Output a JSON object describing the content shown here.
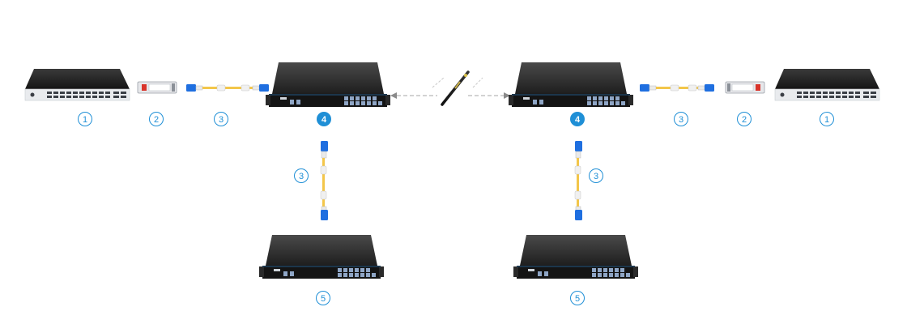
{
  "colors": {
    "accent": "#1f8fd6",
    "device_body": "#2b2b2b",
    "device_front": "#141414",
    "switch_front": "#e9ebee",
    "patch_cable": "#f3c64a",
    "connector_blue": "#1f6fe0",
    "dashed_line": "#b7b7b7"
  },
  "icons": {
    "switch": "switch-icon",
    "transceiver": "transceiver-icon",
    "patch_cable": "patch-cable-icon",
    "mux_demux": "mux-demux-icon",
    "fiber": "fiber-cable-icon",
    "arrow": "arrow-icon"
  },
  "labels": {
    "switch_left": "1",
    "transceiver_left": "2",
    "patch_left": "3",
    "mux_left": "4",
    "vpatch_left": "3",
    "expansion_left": "5",
    "switch_right": "1",
    "transceiver_right": "2",
    "patch_right": "3",
    "mux_right": "4",
    "vpatch_right": "3",
    "expansion_right": "5"
  }
}
